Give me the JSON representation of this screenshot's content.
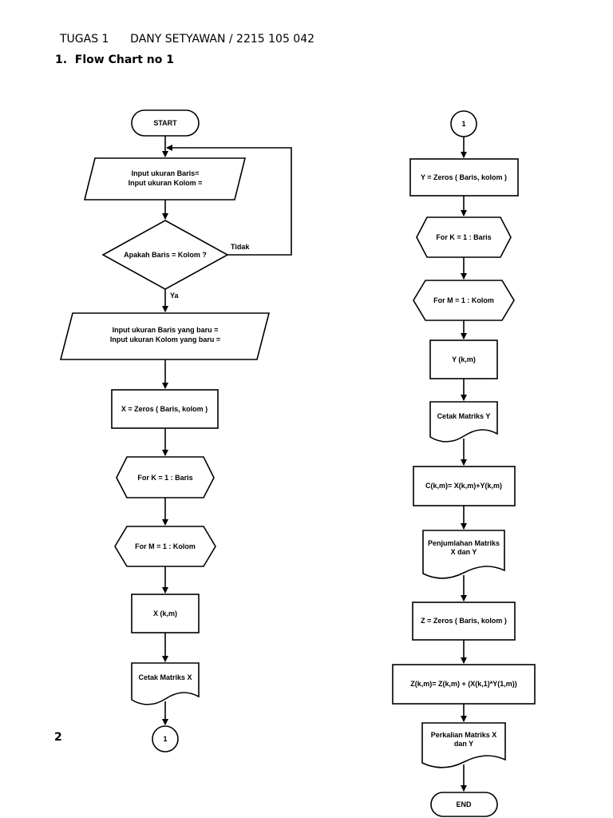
{
  "header": {
    "title_line": "TUGAS 1      DANY SETYAWAN / 2215 105 042",
    "section_title": "1.  Flow Chart no 1"
  },
  "page_number": "2",
  "flowchart_left": {
    "start": "START",
    "input_1": [
      "Input ukuran Baris=",
      "Input ukuran Kolom ="
    ],
    "decision": "Apakah Baris = Kolom ?",
    "decision_no": "Tidak",
    "decision_yes": "Ya",
    "input_2": [
      "Input ukuran Baris yang baru =",
      "Input ukuran Kolom yang baru ="
    ],
    "zeros_x": "X = Zeros ( Baris, kolom )",
    "loop_k": "For K = 1 : Baris",
    "loop_m": "For M = 1 : Kolom",
    "assign_x": "X (k,m)",
    "print_x": "Cetak Matriks X",
    "connector": "1"
  },
  "flowchart_right": {
    "connector": "1",
    "zeros_y": "Y = Zeros ( Baris, kolom )",
    "loop_k": "For K = 1 : Baris",
    "loop_m": "For M = 1 : Kolom",
    "assign_y": "Y (k,m)",
    "print_y": "Cetak Matriks Y",
    "sum": "C(k,m)= X(k,m)+Y(k,m)",
    "print_sum": [
      "Penjumlahan Matriks",
      "X dan Y"
    ],
    "zeros_z": "Z = Zeros ( Baris, kolom )",
    "product": "Z(k,m)= Z(k,m) + (X(k,1)*Y(1,m))",
    "print_product": [
      "Perkalian Matriks X",
      "dan Y"
    ],
    "end": "END"
  }
}
